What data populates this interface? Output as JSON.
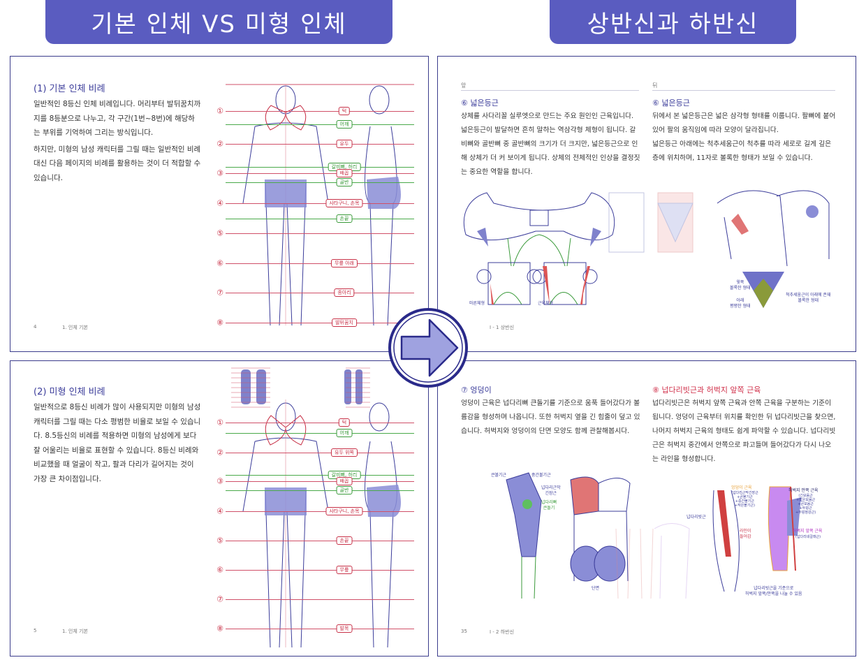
{
  "banner": {
    "left": "기본 인체 VS 미형 인체",
    "right": "상반신과 하반신"
  },
  "colors": {
    "accent": "#5a5cc0",
    "border": "#3b3c8c",
    "red": "#c83248",
    "green": "#3a9a3a"
  },
  "page_tl": {
    "title": "(1) 기본 인체 비례",
    "paragraphs": [
      "일반적인 8등신 인체 비례입니다. 머리부터 발뒤꿈치까지를 8등분으로 나누고, 각 구간(1번~8번)에 해당하는 부위를 기억하여 그리는 방식입니다.",
      "하지만, 미형의 남성 캐릭터를 그릴 때는 일반적인 비례 대신 다음 페이지의 비례를 활용하는 것이 더 적합할 수 있습니다."
    ],
    "footer_page": "4",
    "footer_section": "1. 인체 기본",
    "rows": [
      {
        "num": "①",
        "label": "턱",
        "kind": "red"
      },
      {
        "num": "",
        "label": "어깨",
        "kind": "green"
      },
      {
        "num": "②",
        "label": "유두",
        "kind": "red"
      },
      {
        "num": "",
        "label": "갈비뼈, 허리",
        "kind": "green"
      },
      {
        "num": "③",
        "label": "배꼽",
        "kind": "red"
      },
      {
        "num": "",
        "label": "골반",
        "kind": "green"
      },
      {
        "num": "④",
        "label": "사타구니, 손목",
        "kind": "red"
      },
      {
        "num": "",
        "label": "손끝",
        "kind": "green"
      },
      {
        "num": "⑤",
        "label": "",
        "kind": "red"
      },
      {
        "num": "⑥",
        "label": "무릎 아래",
        "kind": "red"
      },
      {
        "num": "⑦",
        "label": "종아리",
        "kind": "red"
      },
      {
        "num": "⑧",
        "label": "발뒤꿈치",
        "kind": "red"
      }
    ]
  },
  "page_bl": {
    "title": "(2) 미형 인체 비례",
    "paragraphs": [
      "일반적으로 8등신 비례가 많이 사용되지만 미형의 남성 캐릭터를 그릴 때는 다소 평범한 비율로 보일 수 있습니다. 8.5등신의 비례를 적용하면 미형의 남성에게 보다 잘 어울리는 비율로 표현할 수 있습니다. 8등신 비례와 비교했을 때 얼굴이 작고, 팔과 다리가 길어지는 것이 가장 큰 차이점입니다."
    ],
    "footer_page": "5",
    "footer_section": "1. 인체 기본",
    "rows": [
      {
        "num": "①",
        "label": "턱",
        "kind": "red"
      },
      {
        "num": "",
        "label": "어깨",
        "kind": "green"
      },
      {
        "num": "②",
        "label": "유두 위쪽",
        "kind": "red"
      },
      {
        "num": "",
        "label": "갈비뼈, 허리",
        "kind": "green"
      },
      {
        "num": "③",
        "label": "배꼽",
        "kind": "red"
      },
      {
        "num": "",
        "label": "골반",
        "kind": "green"
      },
      {
        "num": "④",
        "label": "사타구니, 손목",
        "kind": "red"
      },
      {
        "num": "⑤",
        "label": "손끝",
        "kind": "red"
      },
      {
        "num": "⑥",
        "label": "무릎",
        "kind": "red"
      },
      {
        "num": "⑦",
        "label": "",
        "kind": "red"
      },
      {
        "num": "⑧",
        "label": "발목",
        "kind": "red"
      }
    ]
  },
  "page_tr": {
    "front_label": "앞",
    "back_label": "뒤",
    "left_title": "⑥ 넓은등근",
    "left_text": "상체를 사다리꼴 실루엣으로 만드는 주요 원인인 근육입니다. 넓은등근이 발달하면 흔히 말하는 역삼각형 체형이 됩니다. 갈비뼈와 골반뼈 중 골반뼈의 크기가 더 크지만, 넓은등근으로 인해 상체가 더 커 보이게 됩니다. 상체의 전체적인 인상을 결정짓는 중요한 역할을 합니다.",
    "right_title": "⑥ 넓은등근",
    "right_paragraphs": [
      "뒤에서 본 넓은등근은 넓은 삼각형 형태를 이룹니다. 팔뼈에 붙어 있어 팔의 움직임에 따라 모양이 달라집니다.",
      "넓은등근 아래에는 척추세움근이 척추를 따라 세로로 길게 깊은 층에 위치하며, 11자로 볼록한 형태가 보일 수 있습니다."
    ],
    "captions": {
      "slim": "마른체형",
      "muscular": "근육체형",
      "top": "윗쪽\n볼록한 형태",
      "bottom": "아래\n평평한 형태",
      "erector": "척추세움근이 아래에 존재\n볼록한 형태"
    },
    "footer_section": "I - 1 상반신"
  },
  "page_br": {
    "left_title": "⑦ 엉덩이",
    "left_text": "엉덩이 근육은 넙다리뼈 큰돌기를 기준으로 움푹 들어갔다가 볼륨감을 형성하며 나옵니다. 또한 허벅지 옆을 긴 힘줄이 덮고 있습니다. 허벅지와 엉덩이의 단면 모양도 함께 관찰해봅시다.",
    "right_title": "⑧ 넙다리빗근과 허벅지 앞쪽 근육",
    "right_text": "넙다리빗근은 허벅지 앞쪽 근육과 안쪽 근육을 구분하는 기준이 됩니다. 엉덩이 근육부터 위치를 확인한 뒤 넙다리빗근을 찾으면, 나머지 허벅지 근육의 형태도 쉽게 파악할 수 있습니다. 넙다리빗근은 허벅지 중간에서 안쪽으로 파고들며 들어갔다가 다시 나오는 라인을 형성합니다.",
    "captions": {
      "gmax": "큰볼기근",
      "gmed": "중간볼기근",
      "tfl": "넙다리근막\n긴장근",
      "troch": "넙다리뼈\n큰돌기",
      "section": "단면",
      "sartorius": "넙다리빗근",
      "line": "라인이\n들어감",
      "glute_group": "엉덩이 근육",
      "glute_list": "(넙다리근막긴장근\n+큰볼기근\n+중간볼기근\n+작은볼기근)",
      "inner": "허벅지 안쪽 근육",
      "inner_list": "(긴모음근\n+짧은모음근\n+큰모음근\n+두덩근\n+두덩정강근)",
      "front": "허벅지 앞쪽 근육",
      "front_list": "(넙다리네갈래근)",
      "bottom_note": "넙다리빗근을 기준으로\n허벅지 앞쪽/안쪽을 나눌 수 있음"
    },
    "footer_page": "35",
    "footer_section": "I - 2 하반신"
  }
}
